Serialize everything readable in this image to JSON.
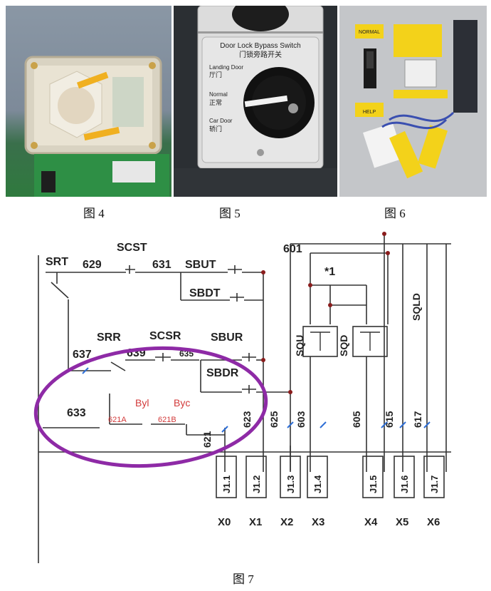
{
  "captions": {
    "fig4": "图 4",
    "fig5": "图 5",
    "fig6": "图 6",
    "fig7": "图 7"
  },
  "fig5": {
    "title_en": "Door Lock Bypass Switch",
    "title_cn": "门锁旁路开关",
    "landing_en": "Landing Door",
    "landing_cn": "厅门",
    "normal_en": "Normal",
    "normal_cn": "正常",
    "car_en": "Car Door",
    "car_cn": "轿门"
  },
  "fig6": {
    "normal": "NORMAL",
    "help": "HELP"
  },
  "fig7": {
    "labels": {
      "srt": "SRT",
      "n629": "629",
      "scst": "SCST",
      "n631": "631",
      "sbut": "SBUT",
      "sbdt": "SBDT",
      "srr": "SRR",
      "scsr": "SCSR",
      "sbur": "SBUR",
      "n637": "637",
      "n639": "639",
      "n635": "635",
      "sbdr": "SBDR",
      "n633": "633",
      "byl": "Byl",
      "byc": "Byc",
      "n621a": "621A",
      "n621b": "621B",
      "n621": "621",
      "n623": "623",
      "n625": "625",
      "n603": "603",
      "n605": "605",
      "n615": "615",
      "n617": "617",
      "n601": "601",
      "star1": "*1",
      "squ": "SQU",
      "sqd": "SQD",
      "sqld": "SQLD"
    },
    "terminals": [
      "J1.1",
      "J1.2",
      "J1.3",
      "J1.4",
      "J1.5",
      "J1.6",
      "J1.7"
    ],
    "inputs": [
      "X0",
      "X1",
      "X2",
      "X3",
      "X4",
      "X5",
      "X6"
    ]
  }
}
